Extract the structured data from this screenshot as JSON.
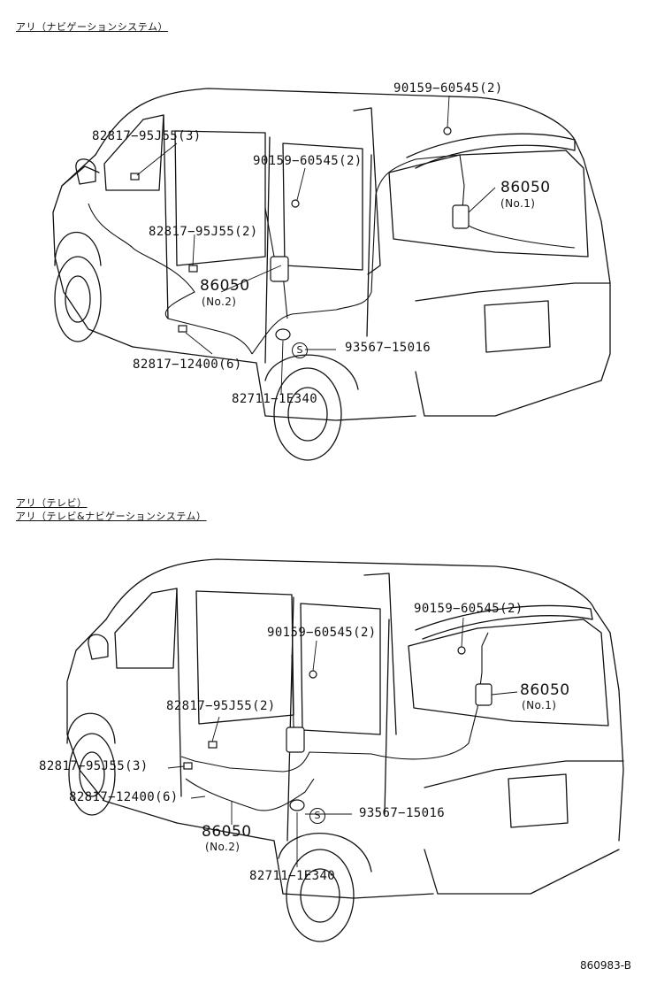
{
  "diagram1": {
    "section_label": "アリ（ナビゲーションシステム）",
    "labels": {
      "p_90159_top": "90159−60545(2)",
      "p_82817_95j55_3": "82817−95J55(3)",
      "p_90159_mid": "90159−60545(2)",
      "p_86050_no1": "86050",
      "p_no1": "(No.1)",
      "p_82817_95j55_2": "82817−95J55(2)",
      "p_86050_no2": "86050",
      "p_no2": "(No.2)",
      "p_93567": "93567−15016",
      "p_82817_12400": "82817−12400(6)",
      "p_82711": "82711−1E340",
      "s_symbol": "S"
    }
  },
  "diagram2": {
    "section_label_1": "アリ（テレビ）",
    "section_label_2": "アリ（テレビ&ナビゲーションシステム）",
    "labels": {
      "p_90159_top": "90159−60545(2)",
      "p_90159_mid": "90159−60545(2)",
      "p_86050_no1": "86050",
      "p_no1": "(No.1)",
      "p_82817_95j55_2": "82817−95J55(2)",
      "p_82817_95j55_3": "82817−95J55(3)",
      "p_82817_12400": "82817−12400(6)",
      "p_86050_no2": "86050",
      "p_no2": "(No.2)",
      "p_93567": "93567−15016",
      "p_82711": "82711−1E340",
      "s_symbol": "S"
    }
  },
  "footer": {
    "reference": "860983-B"
  },
  "colors": {
    "ink": "#111111",
    "background": "#ffffff"
  }
}
